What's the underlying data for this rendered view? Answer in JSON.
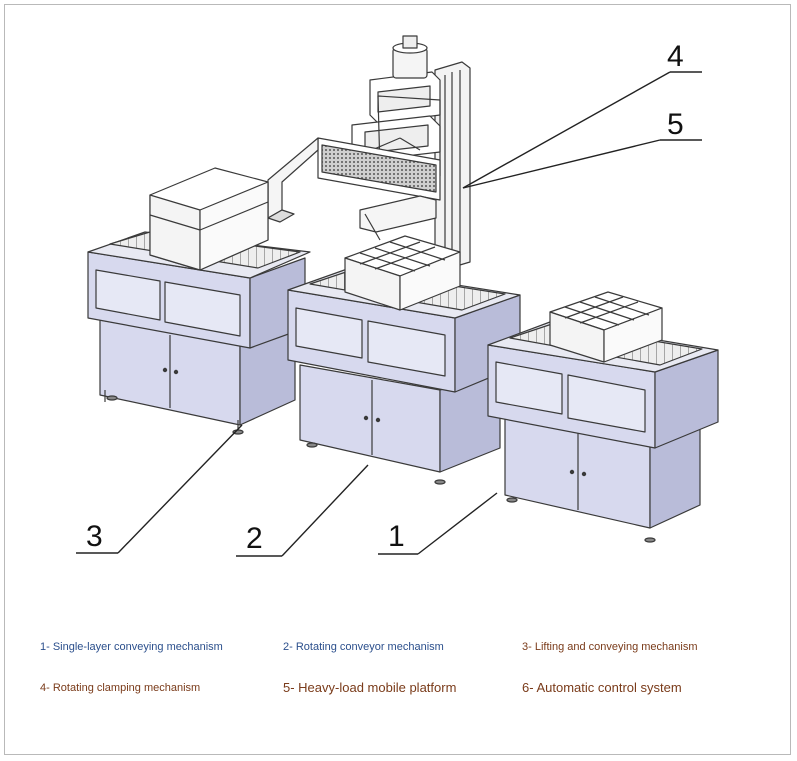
{
  "callouts": [
    "1",
    "2",
    "3",
    "4",
    "5"
  ],
  "legend": [
    {
      "text": "1- Single-layer conveying mechanism",
      "color": "#2b4f8c"
    },
    {
      "text": "2- Rotating conveyor mechanism",
      "color": "#2b4f8c"
    },
    {
      "text": "3- Lifting and conveying mechanism",
      "color": "#7a3b1a"
    },
    {
      "text": "4- Rotating clamping mechanism",
      "color": "#7a3b1a"
    },
    {
      "text": "5- Heavy-load mobile platform",
      "color": "#7a3b1a"
    },
    {
      "text": "6- Automatic control system",
      "color": "#7a3b1a"
    }
  ],
  "colors": {
    "panel": "#d7d9ee",
    "panel_dark": "#b9bcd9",
    "line": "#3a3a3a",
    "frame": "#b9b9b9"
  }
}
